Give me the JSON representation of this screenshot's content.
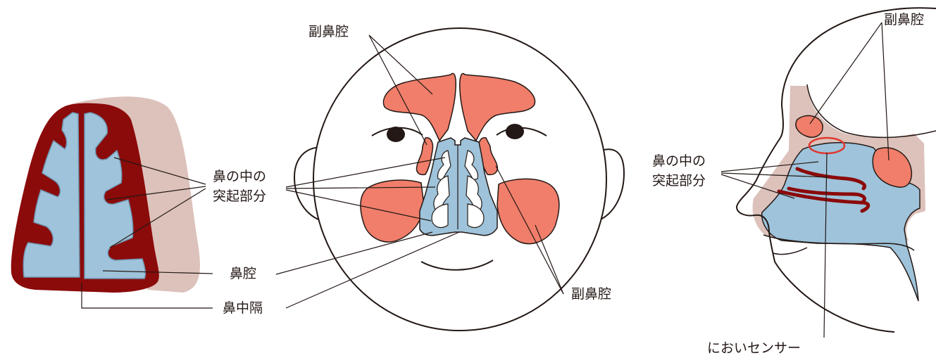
{
  "colors": {
    "outline": "#231815",
    "tissue_dark_red": "#8b0a0a",
    "nasal_cavity_blue": "#9ec3da",
    "sinus_salmon": "#f07e6a",
    "skin_pink_shadow": "#dcc2bb",
    "background": "#ffffff"
  },
  "labels": {
    "sinus_top_center": "副鼻腔",
    "sinus_bottom_center": "副鼻腔",
    "sinus_top_right": "副鼻腔",
    "turbinates_center_line1": "鼻の中の",
    "turbinates_center_line2": "突起部分",
    "turbinates_right_line1": "鼻の中の",
    "turbinates_right_line2": "突起部分",
    "nasal_cavity": "鼻腔",
    "nasal_septum": "鼻中隔",
    "smell_sensor": "においセンサー"
  }
}
